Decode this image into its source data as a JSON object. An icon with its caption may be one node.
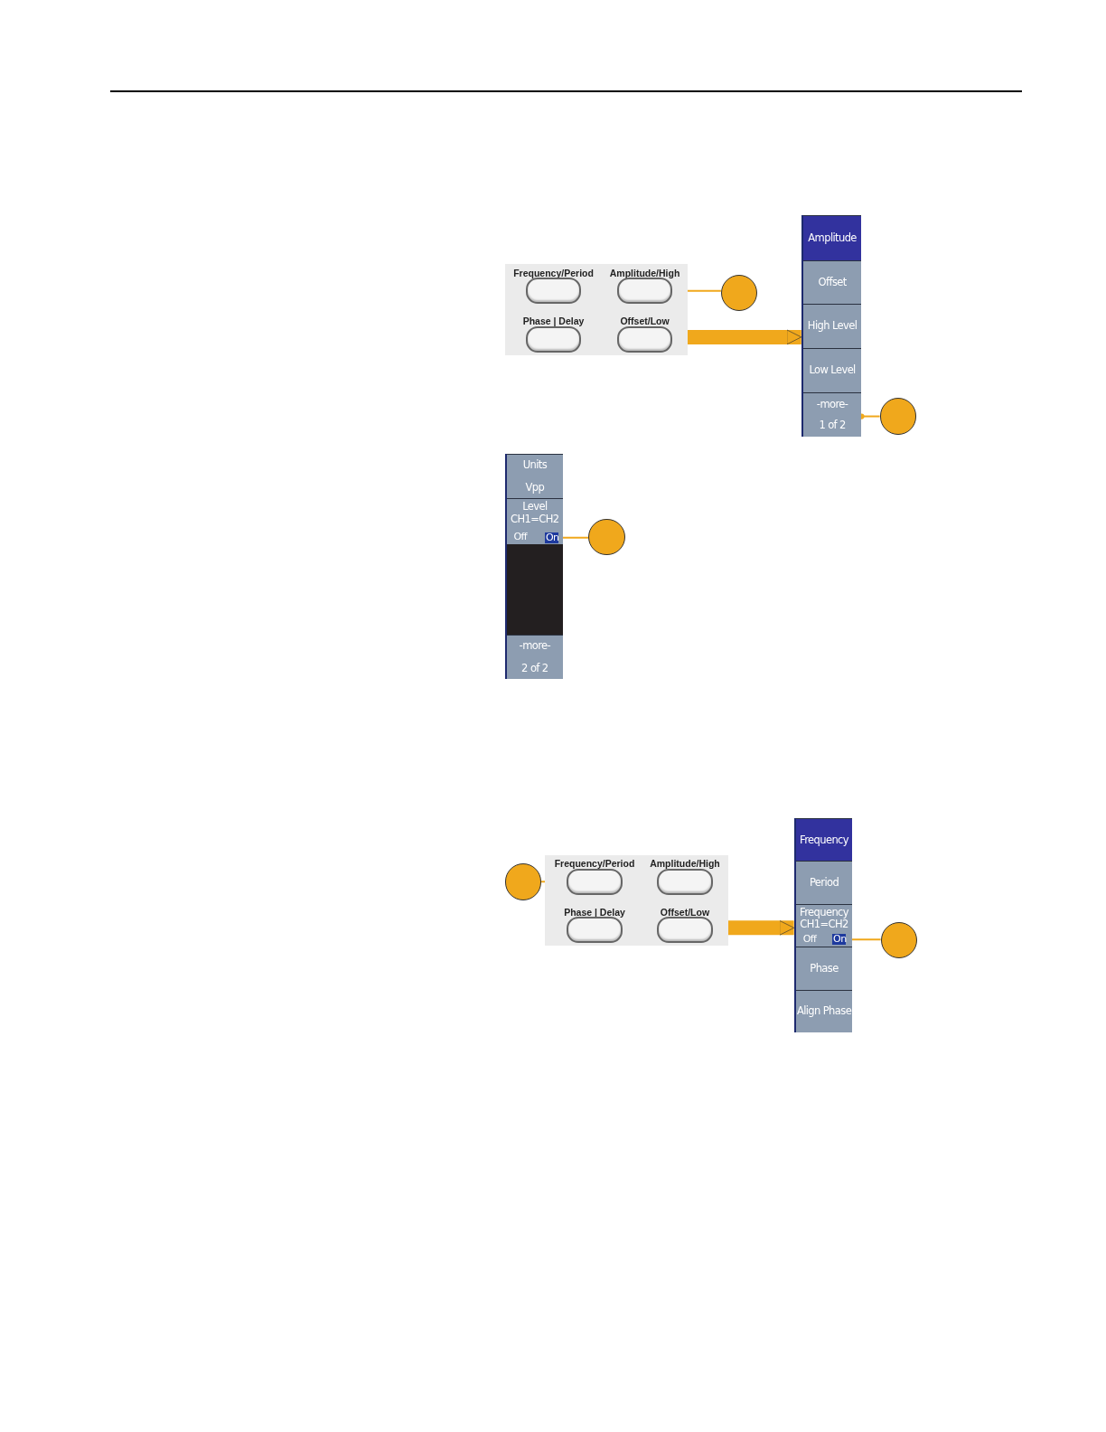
{
  "diagram": {
    "nodes": [
      {
        "text": [],
        "shape": "box"
      },
      {
        "text": [
          "Frequency/Period"
        ],
        "in": 0
      },
      {
        "text": [
          "Amplitude/High"
        ],
        "in": 0
      },
      {
        "text": [
          "Phase | Delay"
        ],
        "in": 0
      },
      {
        "text": [
          "Offset/Low"
        ],
        "in": 0
      },
      {
        "text": [],
        "shape": "circle"
      },
      {
        "text": [],
        "shape": "box"
      },
      {
        "text": [
          "Amplitude"
        ],
        "in": 6
      },
      {
        "text": [
          "Offset"
        ],
        "in": 6
      },
      {
        "text": [
          "High Level"
        ],
        "in": 6
      },
      {
        "text": [
          "Low Level"
        ],
        "in": 6
      },
      {
        "text": [
          "-more-",
          "1 of 2"
        ],
        "in": 6
      },
      {
        "text": [],
        "shape": "circle"
      },
      {
        "text": [],
        "shape": "box"
      },
      {
        "text": [
          "Units",
          "Vpp"
        ],
        "in": 13
      },
      {
        "text": [
          "Level CH1=CH2",
          "Off"
        ],
        "in": 13
      },
      {
        "text": [
          "On"
        ],
        "in": 15
      },
      {
        "text": [],
        "shape": "box",
        "in": 13
      },
      {
        "text": [
          "-more-",
          "2 of 2"
        ],
        "in": 13
      },
      {
        "text": [],
        "shape": "circle"
      },
      {
        "text": [],
        "shape": "box"
      },
      {
        "text": [
          "Frequency/Period"
        ],
        "in": 20
      },
      {
        "text": [
          "Amplitude/High"
        ],
        "in": 20
      },
      {
        "text": [
          "Phase | Delay"
        ],
        "in": 20
      },
      {
        "text": [
          "Offset/Low"
        ],
        "in": 20
      },
      {
        "text": [],
        "shape": "circle"
      },
      {
        "text": [],
        "shape": "box"
      },
      {
        "text": [
          "Frequency"
        ],
        "in": 26
      },
      {
        "text": [
          "Period"
        ],
        "in": 26
      },
      {
        "text": [
          "Frequency CH1=CH2",
          "Off"
        ],
        "in": 26
      },
      {
        "text": [
          "On"
        ],
        "in": 29
      },
      {
        "text": [
          "Phase"
        ],
        "in": 26
      },
      {
        "text": [
          "Align Phase"
        ],
        "in": 26
      },
      {
        "text": [],
        "shape": "circle"
      }
    ],
    "edges": [
      {
        "from": 5,
        "to": 2,
        "arrow": "other"
      },
      {
        "from": 0,
        "to": 6,
        "arrow": "to",
        "style": "thick"
      },
      {
        "from": 12,
        "to": 11,
        "arrow": "other"
      },
      {
        "from": 19,
        "to": 16,
        "arrow": "other"
      },
      {
        "from": 25,
        "to": 21,
        "arrow": "other"
      },
      {
        "from": 20,
        "to": 26,
        "arrow": "to",
        "style": "thick"
      },
      {
        "from": 33,
        "to": 30,
        "arrow": "other"
      }
    ]
  }
}
